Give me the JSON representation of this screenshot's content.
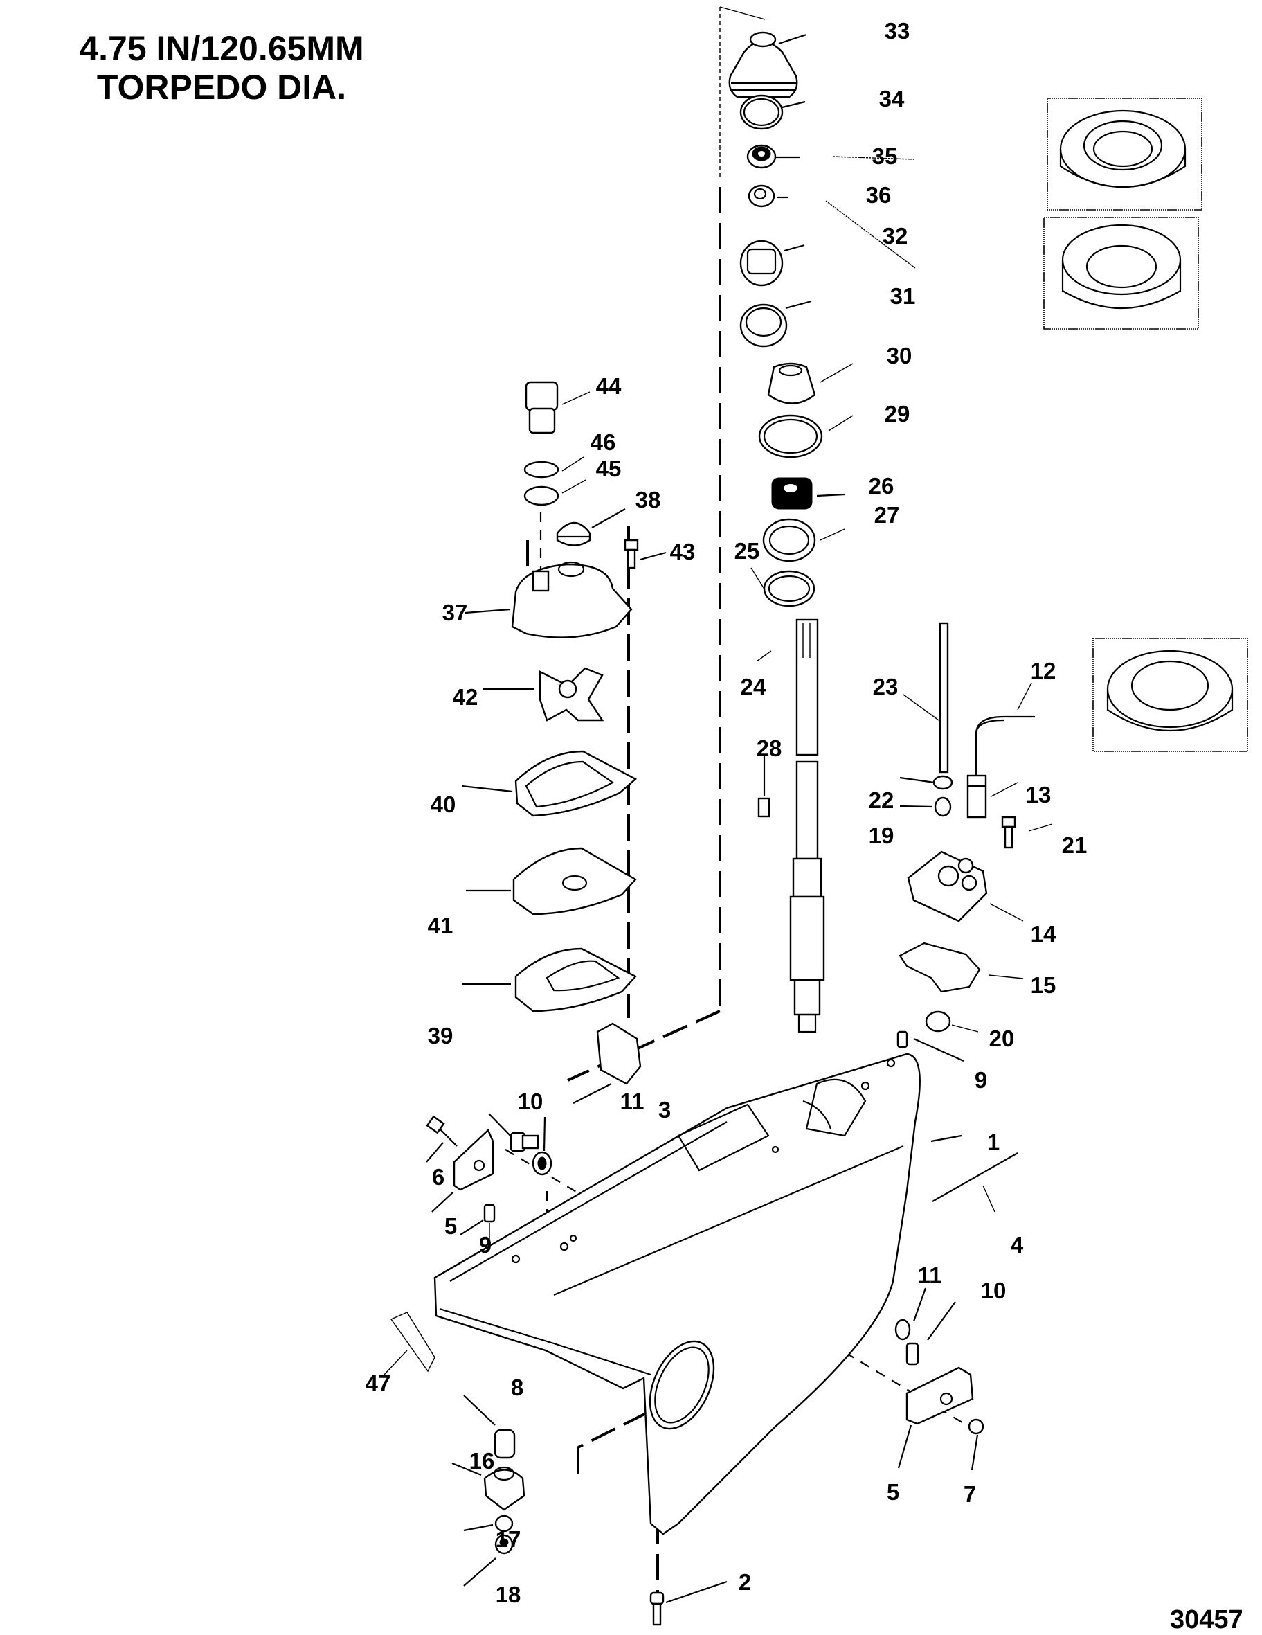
{
  "diagram": {
    "title_line1": "4.75 IN/120.65MM",
    "title_line2": "TORPEDO DIA.",
    "figure_number": "30457",
    "callouts": [
      {
        "id": "c1",
        "label": "1",
        "part": "gear-housing"
      },
      {
        "id": "c2",
        "label": "2",
        "part": "screw-bottom"
      },
      {
        "id": "c3",
        "label": "3",
        "part": "trim-tab-block"
      },
      {
        "id": "c4",
        "label": "4",
        "part": "rod"
      },
      {
        "id": "c5a",
        "label": "5",
        "part": "anode-left"
      },
      {
        "id": "c5b",
        "label": "5",
        "part": "anode-right"
      },
      {
        "id": "c6",
        "label": "6",
        "part": "bolt"
      },
      {
        "id": "c7",
        "label": "7",
        "part": "nut"
      },
      {
        "id": "c8",
        "label": "8",
        "part": "bearing-sleeve"
      },
      {
        "id": "c9a",
        "label": "9",
        "part": "dowel-pin-left"
      },
      {
        "id": "c9b",
        "label": "9",
        "part": "dowel-pin-right"
      },
      {
        "id": "c10a",
        "label": "10",
        "part": "plug-left"
      },
      {
        "id": "c10b",
        "label": "10",
        "part": "plug-right"
      },
      {
        "id": "c11a",
        "label": "11",
        "part": "washer-left"
      },
      {
        "id": "c11b",
        "label": "11",
        "part": "washer-right"
      },
      {
        "id": "c12",
        "label": "12",
        "part": "tube"
      },
      {
        "id": "c13",
        "label": "13",
        "part": "fitting"
      },
      {
        "id": "c14",
        "label": "14",
        "part": "shift-bushing-assembly"
      },
      {
        "id": "c15",
        "label": "15",
        "part": "gasket"
      },
      {
        "id": "c16",
        "label": "16",
        "part": "pinion-gear"
      },
      {
        "id": "c17",
        "label": "17",
        "part": "washer"
      },
      {
        "id": "c18",
        "label": "18",
        "part": "nut"
      },
      {
        "id": "c19",
        "label": "19",
        "part": "seal"
      },
      {
        "id": "c20",
        "label": "20",
        "part": "o-ring"
      },
      {
        "id": "c21",
        "label": "21",
        "part": "screw"
      },
      {
        "id": "c22",
        "label": "22",
        "part": "washer"
      },
      {
        "id": "c23",
        "label": "23",
        "part": "shift-shaft"
      },
      {
        "id": "c24",
        "label": "24",
        "part": "drive-shaft"
      },
      {
        "id": "c25",
        "label": "25",
        "part": "shim"
      },
      {
        "id": "c26",
        "label": "26",
        "part": "tapered-bearing"
      },
      {
        "id": "c27",
        "label": "27",
        "part": "bearing-cup"
      },
      {
        "id": "c28",
        "label": "28",
        "part": "key"
      },
      {
        "id": "c29",
        "label": "29",
        "part": "shim"
      },
      {
        "id": "c30",
        "label": "30",
        "part": "tapered-bearing"
      },
      {
        "id": "c31",
        "label": "31",
        "part": "bearing-cup"
      },
      {
        "id": "c32",
        "label": "32",
        "part": "retainer"
      },
      {
        "id": "c33",
        "label": "33",
        "part": "cap"
      },
      {
        "id": "c34",
        "label": "34",
        "part": "o-ring"
      },
      {
        "id": "c35",
        "label": "35",
        "part": "oil-seal"
      },
      {
        "id": "c36",
        "label": "36",
        "part": "oil-seal"
      },
      {
        "id": "c37",
        "label": "37",
        "part": "water-pump-body"
      },
      {
        "id": "c38",
        "label": "38",
        "part": "grommet"
      },
      {
        "id": "c39",
        "label": "39",
        "part": "gasket"
      },
      {
        "id": "c40",
        "label": "40",
        "part": "gasket"
      },
      {
        "id": "c41",
        "label": "41",
        "part": "face-plate"
      },
      {
        "id": "c42",
        "label": "42",
        "part": "impeller"
      },
      {
        "id": "c43",
        "label": "43",
        "part": "screw"
      },
      {
        "id": "c44",
        "label": "44",
        "part": "water-tube-seal"
      },
      {
        "id": "c45",
        "label": "45",
        "part": "o-ring"
      },
      {
        "id": "c46",
        "label": "46",
        "part": "o-ring"
      },
      {
        "id": "c47",
        "label": "47",
        "part": "decal"
      }
    ],
    "insets": [
      {
        "id": "inset-35",
        "refers_to": "35",
        "depicts": "oil-seal-detail"
      },
      {
        "id": "inset-36",
        "refers_to": "36",
        "depicts": "oil-seal-detail"
      },
      {
        "id": "inset-12",
        "refers_to": "12",
        "depicts": "seal-detail"
      }
    ]
  }
}
